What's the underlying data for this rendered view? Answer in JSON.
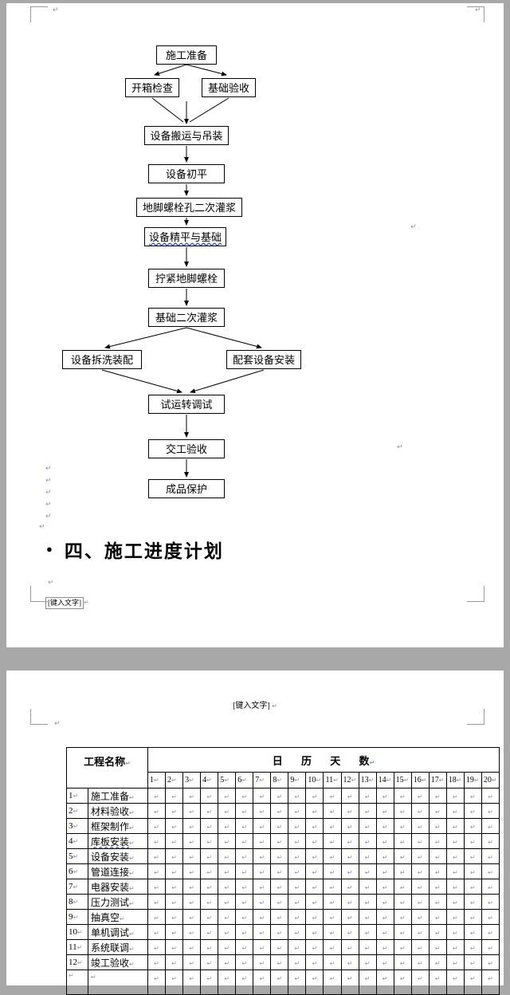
{
  "page1": {
    "flow_nodes": [
      {
        "label": "施工准备"
      },
      {
        "label": "开箱检查"
      },
      {
        "label": "基础验收"
      },
      {
        "label": "设备搬运与吊装"
      },
      {
        "label": "设备初平"
      },
      {
        "label": "地脚螺栓孔二次灌浆"
      },
      {
        "label": "设备精平与基础"
      },
      {
        "label": "拧紧地脚螺栓"
      },
      {
        "label": "基础二次灌浆"
      },
      {
        "label": "设备拆洗装配"
      },
      {
        "label": "配套设备安装"
      },
      {
        "label": "试运转调试"
      },
      {
        "label": "交工验收"
      },
      {
        "label": "成品保护"
      }
    ],
    "heading_bullet": "●",
    "heading": "四、施工进度计划",
    "placeholder": "[键入文字]"
  },
  "page2": {
    "header_placeholder": "[键入文字]",
    "table": {
      "project_header": "工程名称",
      "days_header": "日 历 天 数",
      "day_numbers": [
        "1",
        "2",
        "3",
        "4",
        "5",
        "6",
        "7",
        "8",
        "9",
        "10",
        "11",
        "12",
        "13",
        "14",
        "15",
        "16",
        "17",
        "18",
        "19",
        "20"
      ],
      "rows": [
        {
          "no": "1",
          "name": "施工准备"
        },
        {
          "no": "2",
          "name": "材料验收"
        },
        {
          "no": "3",
          "name": "框架制作"
        },
        {
          "no": "4",
          "name": "库板安装"
        },
        {
          "no": "5",
          "name": "设备安装"
        },
        {
          "no": "6",
          "name": "管道连接"
        },
        {
          "no": "7",
          "name": "电器安装"
        },
        {
          "no": "8",
          "name": "压力测试"
        },
        {
          "no": "9",
          "name": "抽真空"
        },
        {
          "no": "10",
          "name": "单机调试"
        },
        {
          "no": "11",
          "name": "系统联调"
        },
        {
          "no": "12",
          "name": "竣工验收"
        }
      ]
    }
  },
  "marks": {
    "pilcrow": "↵"
  }
}
